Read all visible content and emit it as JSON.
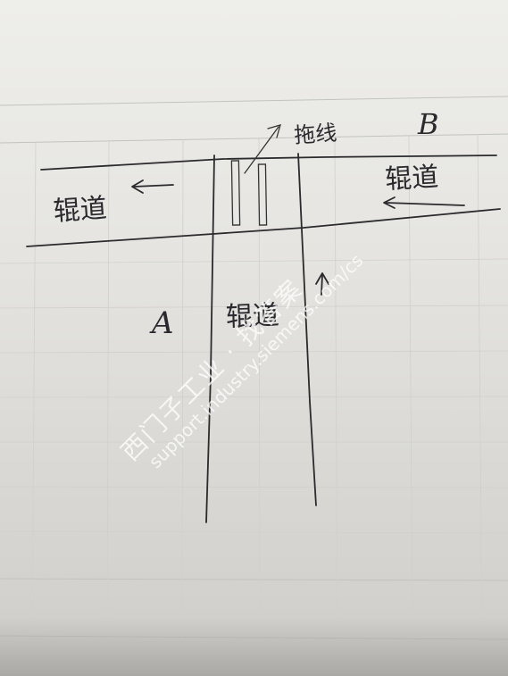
{
  "labels": {
    "road_left": "辊道",
    "road_right": "辊道",
    "road_main": "辊道",
    "zone_a": "A",
    "zone_b": "B",
    "fault_point": "拖线"
  },
  "watermark": {
    "chinese": "西门子工业 · 找答案",
    "url": "support.industry.siemens.com/cs"
  },
  "colors": {
    "paper": "#e8e7e3",
    "ink": "#2b2b2e",
    "grid": "#c2c2c0",
    "watermark": "#ffffff"
  },
  "arrows": [
    {
      "name": "left-road-arrow",
      "direction": "left"
    },
    {
      "name": "right-road-arrow",
      "direction": "left"
    },
    {
      "name": "main-road-arrow",
      "direction": "up"
    },
    {
      "name": "fault-pointer-arrow",
      "direction": "up-right"
    }
  ]
}
